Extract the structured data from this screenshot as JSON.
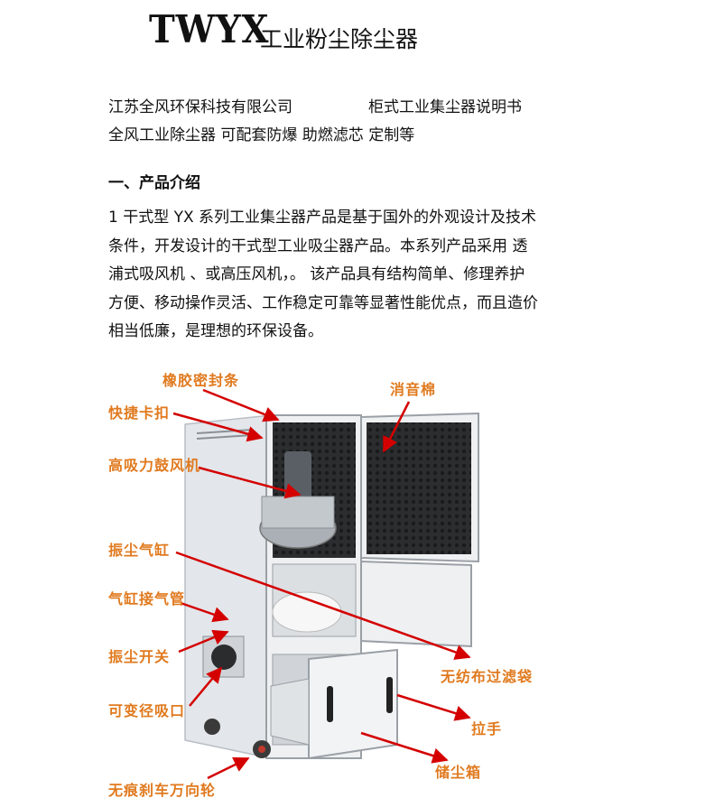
{
  "header": {
    "brand": "TWYX",
    "title": "工业粉尘除尘器"
  },
  "intro_block": {
    "company": "江苏全风环保科技有限公司",
    "manual": "柜式工业集尘器说明书",
    "features": "全风工业除尘器  可配套防爆  助燃滤芯  定制等",
    "section_heading": "一、产品介绍",
    "paragraph_lines": [
      "1 干式型 YX 系列工业集尘器产品是基于国外的外观设计及技术",
      "条件，开发设计的干式型工业吸尘器产品。本系列产品采用 透",
      "浦式吸风机 、或高压风机，。  该产品具有结构简单、修理养护",
      "方便、移动操作灵活、工作稳定可靠等显著性能优点，而且造价",
      "相当低廉，是理想的环保设备。"
    ]
  },
  "diagram": {
    "label_color": "#e07a1f",
    "arrow_color": "#d40000",
    "labels": {
      "rubber_seal": "橡胶密封条",
      "quick_clip": "快捷卡扣",
      "blower": "高吸力鼓风机",
      "shaker_cylinder": "振尘气缸",
      "cylinder_air_pipe": "气缸接气管",
      "shaker_switch": "振尘开关",
      "variable_inlet": "可变径吸口",
      "swivel_wheel": "无痕刹车万向轮",
      "silencer_foam": "消音棉",
      "filter_bag": "无纺布过滤袋",
      "handle": "拉手",
      "dust_bin": "储尘箱"
    }
  }
}
